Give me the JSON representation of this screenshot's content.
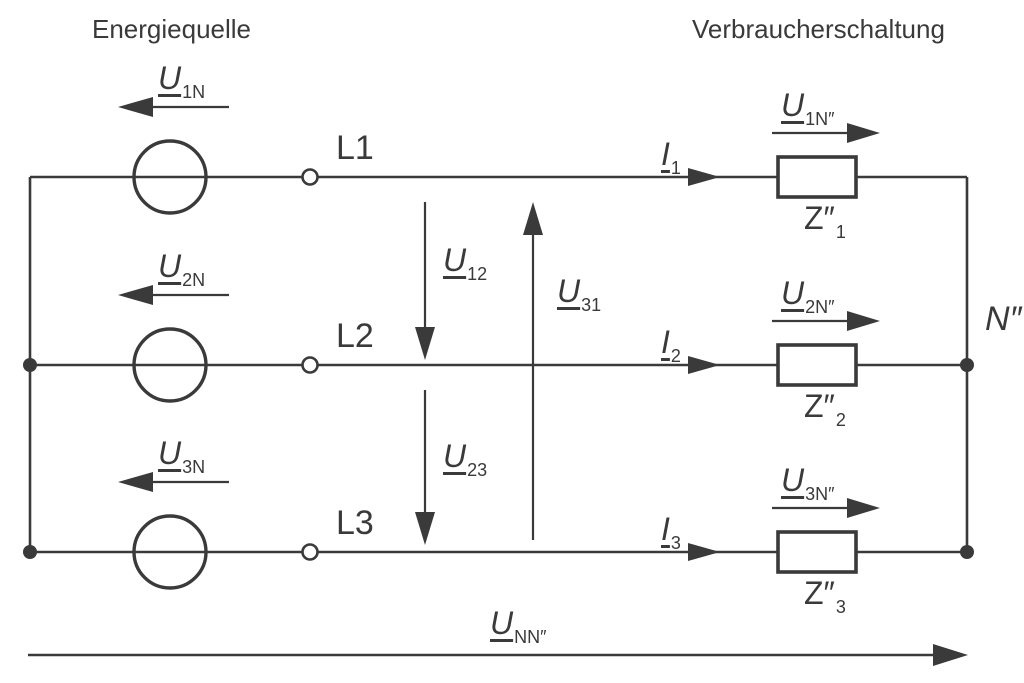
{
  "colors": {
    "ink": "#3a3a3a",
    "background": "#ffffff"
  },
  "titles": {
    "source": "Energiequelle",
    "load": "Verbraucherschaltung"
  },
  "phases": [
    {
      "line_label": "L1",
      "source_voltage": {
        "symbol": "U",
        "subscript": "1N"
      },
      "current": {
        "symbol": "I",
        "subscript": "1"
      },
      "load_voltage": {
        "symbol": "U",
        "subscript": "1N″"
      },
      "impedance": {
        "symbol": "Z″",
        "subscript": "1"
      }
    },
    {
      "line_label": "L2",
      "source_voltage": {
        "symbol": "U",
        "subscript": "2N"
      },
      "current": {
        "symbol": "I",
        "subscript": "2"
      },
      "load_voltage": {
        "symbol": "U",
        "subscript": "2N″"
      },
      "impedance": {
        "symbol": "Z″",
        "subscript": "2"
      }
    },
    {
      "line_label": "L3",
      "source_voltage": {
        "symbol": "U",
        "subscript": "3N"
      },
      "current": {
        "symbol": "I",
        "subscript": "3"
      },
      "load_voltage": {
        "symbol": "U",
        "subscript": "3N″"
      },
      "impedance": {
        "symbol": "Z″",
        "subscript": "3"
      }
    }
  ],
  "line_to_line_voltages": [
    {
      "symbol": "U",
      "subscript": "12"
    },
    {
      "symbol": "U",
      "subscript": "23"
    },
    {
      "symbol": "U",
      "subscript": "31"
    }
  ],
  "neutral_node_label": "N″",
  "displacement_voltage": {
    "symbol": "U",
    "subscript": "NN″"
  }
}
